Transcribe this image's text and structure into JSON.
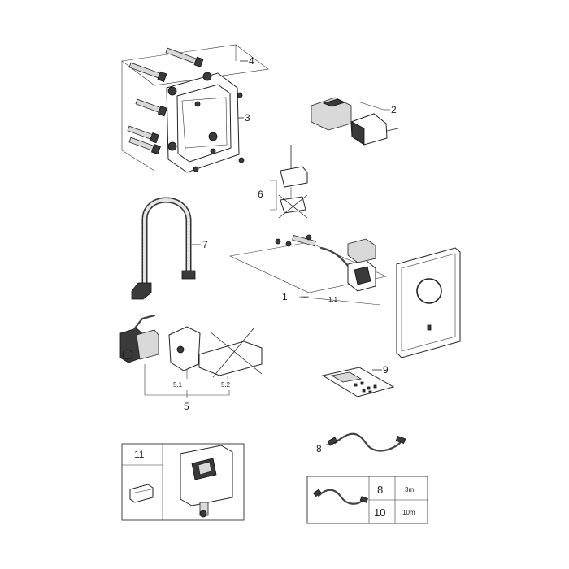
{
  "callouts": {
    "p1": "1",
    "p1_1": "1.1",
    "p2": "2",
    "p3": "3",
    "p4": "4",
    "p5": "5",
    "p5_1": "5.1",
    "p5_2": "5.2",
    "p6": "6",
    "p7": "7",
    "p8": "8",
    "p9": "9",
    "p11": "11"
  },
  "cable_table": {
    "rows": [
      {
        "item": "8",
        "length": "3m"
      },
      {
        "item": "10",
        "length": "10m"
      }
    ]
  }
}
